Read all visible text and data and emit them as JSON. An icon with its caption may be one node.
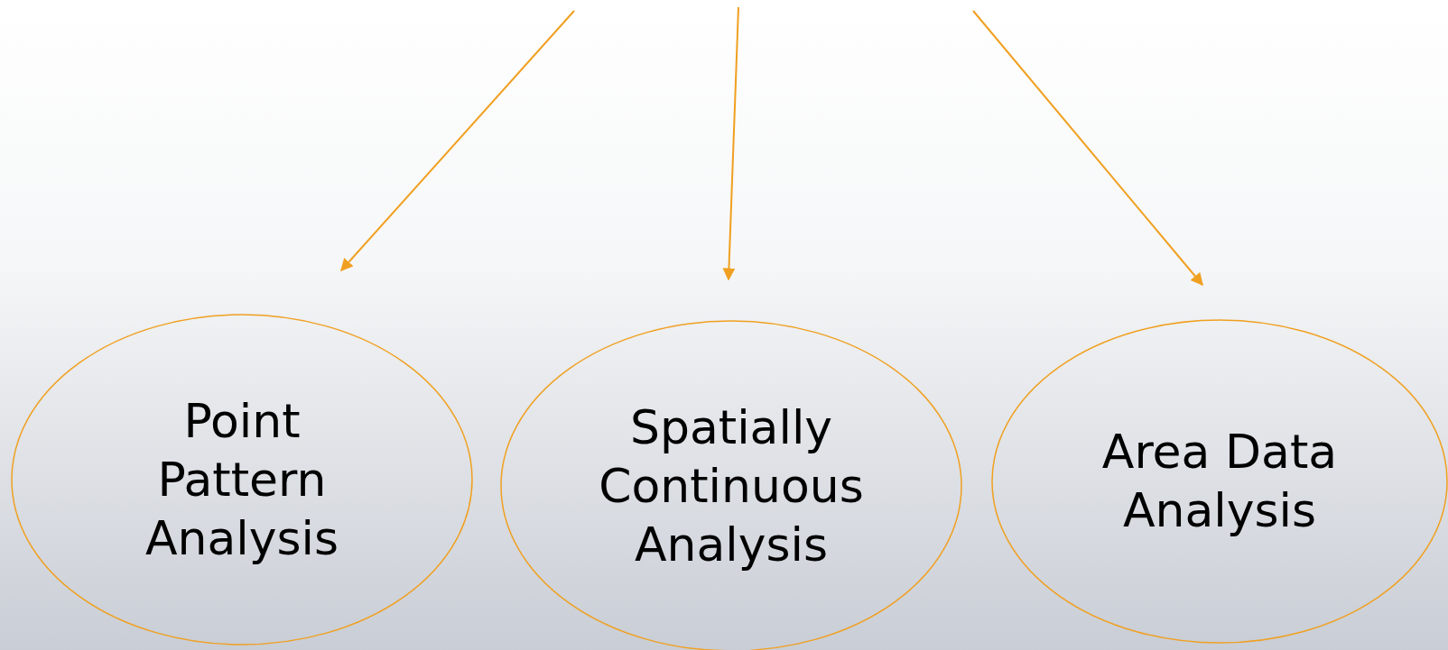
{
  "diagram": {
    "nodes": [
      {
        "text": [
          "Point Pattern Analysis"
        ]
      },
      {
        "text": [
          "Spatially Continuous Analysis"
        ]
      },
      {
        "text": [
          "Area Data Analysis"
        ]
      }
    ],
    "edges": [
      {
        "from": null,
        "to": 0,
        "arrow": "to"
      },
      {
        "from": null,
        "to": 1,
        "arrow": "to"
      },
      {
        "from": null,
        "to": 2,
        "arrow": "to"
      }
    ]
  }
}
